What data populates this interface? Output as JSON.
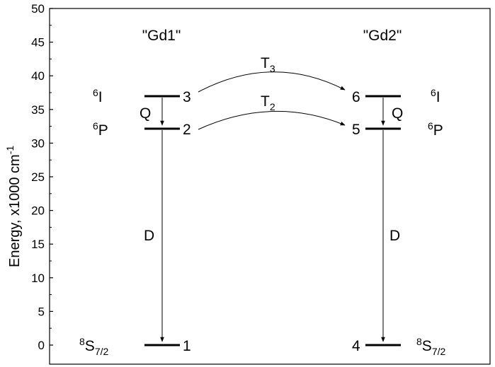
{
  "axis": {
    "ylabel_main": "Energy, x1000 cm",
    "ylabel_sup": "-1",
    "ticks": [
      "0",
      "5",
      "10",
      "15",
      "20",
      "25",
      "30",
      "35",
      "40",
      "45",
      "50"
    ]
  },
  "ions": {
    "left": "\"Gd1\"",
    "right": "\"Gd2\""
  },
  "levels": [
    {
      "n": "1",
      "energy": 0
    },
    {
      "n": "2",
      "energy": 32
    },
    {
      "n": "3",
      "energy": 37
    },
    {
      "n": "4",
      "energy": 0
    },
    {
      "n": "5",
      "energy": 32
    },
    {
      "n": "6",
      "energy": 37
    }
  ],
  "terms": {
    "I_sup": "6",
    "I_main": "I",
    "P_sup": "6",
    "P_main": "P",
    "S_sup": "8",
    "S_main": "S",
    "S_sub": "7/2"
  },
  "arrows": {
    "Q": "Q",
    "D": "D",
    "T3_main": "T",
    "T3_sub": "3",
    "T2_main": "T",
    "T2_sub": "2"
  }
}
